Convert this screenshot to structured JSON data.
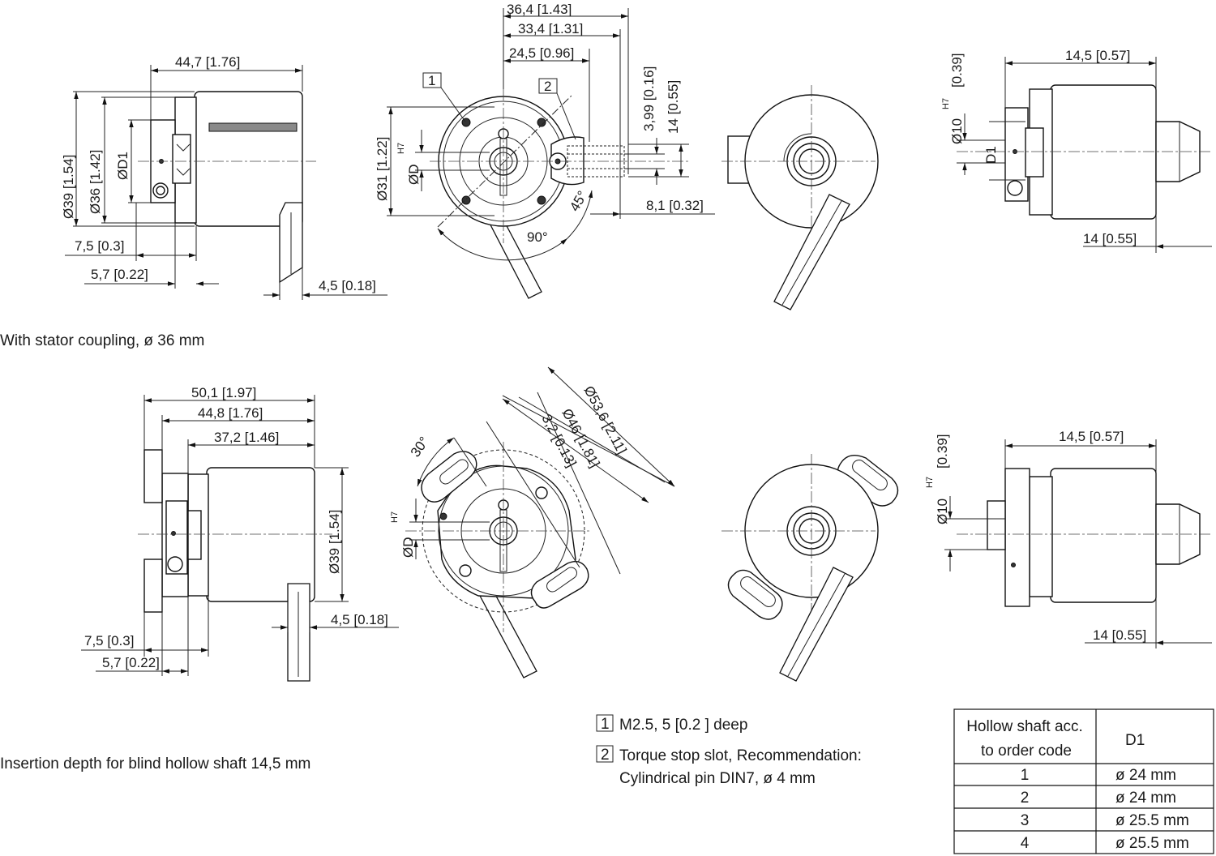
{
  "dimensions": {
    "top_left": {
      "length_total": "44,7 [1.76]",
      "dia_outer": "Ø39 [1.54]",
      "dia_coupling": "Ø36 [1.42]",
      "d1": "ØD1",
      "offset_a": "7,5 [0.3]",
      "offset_b": "5,7 [0.22]",
      "cable_offset": "4,5 [0.18]"
    },
    "top_front": {
      "w1": "36,4 [1.43]",
      "w2": "33,4 [1.31]",
      "w3": "24,5 [0.96]",
      "v1": "3,99 [0.16]",
      "v2": "14 [0.55]",
      "dia_31": "Ø31 [1.22]",
      "dia_d": "ØD",
      "h7": "H7",
      "slot": "8,1 [0.32]",
      "angle_45": "45°",
      "angle_90": "90°",
      "callout_1": "1",
      "callout_2": "2"
    },
    "top_right": {
      "insert": "14,5 [0.57]",
      "dia_10": "Ø10",
      "h7": "H7",
      "inch": "[0.39]",
      "d1": "D1",
      "cable": "14 [0.55]"
    },
    "bottom_left": {
      "l1": "50,1 [1.97]",
      "l2": "44,8 [1.76]",
      "l3": "37,2 [1.46]",
      "dia_39": "Ø39 [1.54]",
      "cable_offset": "4,5 [0.18]",
      "offset_a": "7,5 [0.3]",
      "offset_b": "5,7 [0.22]"
    },
    "bottom_front": {
      "dia_536": "Ø53,6 [2.11]",
      "dia_46": "Ø46 [1.81]",
      "slot_32": "3,2 [0.13]",
      "angle_30": "30°",
      "dia_d": "ØD",
      "h7": "H7"
    },
    "bottom_right": {
      "insert": "14,5 [0.57]",
      "dia_10": "Ø10",
      "h7": "H7",
      "inch": "[0.39]",
      "cable": "14 [0.55]"
    }
  },
  "captions": {
    "stator": "With stator coupling, ø 36 mm",
    "insertion": "Insertion depth for blind hollow shaft 14,5 mm"
  },
  "notes": [
    {
      "num": "1",
      "text": "M2.5, 5 [0.2 ] deep"
    },
    {
      "num": "2",
      "text": "Torque stop slot, Recommendation:",
      "text2": "Cylindrical pin DIN7, ø 4 mm"
    }
  ],
  "table": {
    "header_col1_line1": "Hollow shaft acc.",
    "header_col1_line2": "to order code",
    "header_col2": "D1",
    "rows": [
      {
        "code": "1",
        "d1": "ø 24 mm"
      },
      {
        "code": "2",
        "d1": "ø 24 mm"
      },
      {
        "code": "3",
        "d1": "ø 25.5 mm"
      },
      {
        "code": "4",
        "d1": "ø 25.5 mm"
      }
    ]
  }
}
